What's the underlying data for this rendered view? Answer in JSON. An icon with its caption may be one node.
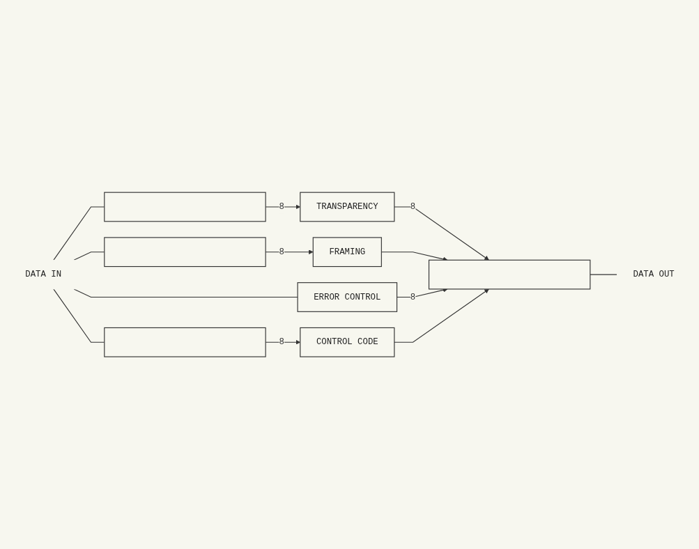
{
  "diagram": {
    "nodes": [
      {
        "text": [],
        "shape": "bar"
      },
      {
        "text": [
          "TRANSPARENCY"
        ]
      },
      {
        "text": [
          "DATA IN"
        ]
      },
      {
        "text": [],
        "shape": "bar"
      },
      {
        "text": [],
        "shape": "bar"
      },
      {
        "text": [
          "DATA OUT"
        ]
      },
      {
        "text": [
          "FRAMING"
        ]
      },
      {
        "text": [
          "ERROR CONTROL"
        ]
      },
      {
        "text": [],
        "shape": "bar"
      },
      {
        "text": [
          "CONTROL CODE"
        ]
      }
    ],
    "edges": [
      {
        "from": 2,
        "to": 0,
        "arrow": "none"
      },
      {
        "from": 2,
        "to": 3,
        "arrow": "none"
      },
      {
        "from": 2,
        "to": 7,
        "arrow": "none"
      },
      {
        "from": 2,
        "to": 8,
        "arrow": "none"
      },
      {
        "from": 0,
        "to": 1,
        "arrow": "to",
        "label": "8"
      },
      {
        "from": 3,
        "to": 6,
        "arrow": "to",
        "label": "8"
      },
      {
        "from": 8,
        "to": 9,
        "arrow": "to",
        "label": "8"
      },
      {
        "from": 1,
        "to": 4,
        "arrow": "to",
        "label": "8"
      },
      {
        "from": 6,
        "to": 4,
        "arrow": "to"
      },
      {
        "from": 7,
        "to": 4,
        "arrow": "to",
        "label": "8"
      },
      {
        "from": 9,
        "to": 4,
        "arrow": "to"
      },
      {
        "from": 4,
        "to": 5,
        "arrow": "none"
      }
    ]
  }
}
